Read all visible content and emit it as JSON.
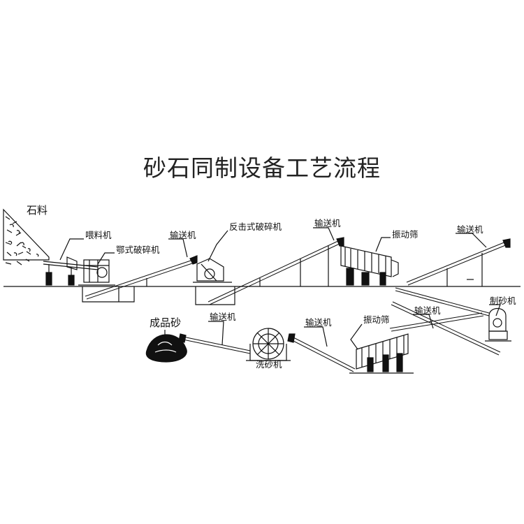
{
  "title": "砂石同制设备工艺流程",
  "labels": {
    "stone": "石料",
    "feeder": "喂料机",
    "jaw_crusher": "鄂式破碎机",
    "conveyor_1": "输送机",
    "impact_crusher": "反击式破碎机",
    "conveyor_2": "输送机",
    "screen_1": "振动筛",
    "conveyor_3": "输送机",
    "sand_maker": "制砂机",
    "conveyor_4": "输送机",
    "screen_2": "振动筛",
    "conveyor_5": "输送机",
    "sand_washer": "洗砂机",
    "conveyor_6": "输送机",
    "finished_sand": "成品砂"
  }
}
